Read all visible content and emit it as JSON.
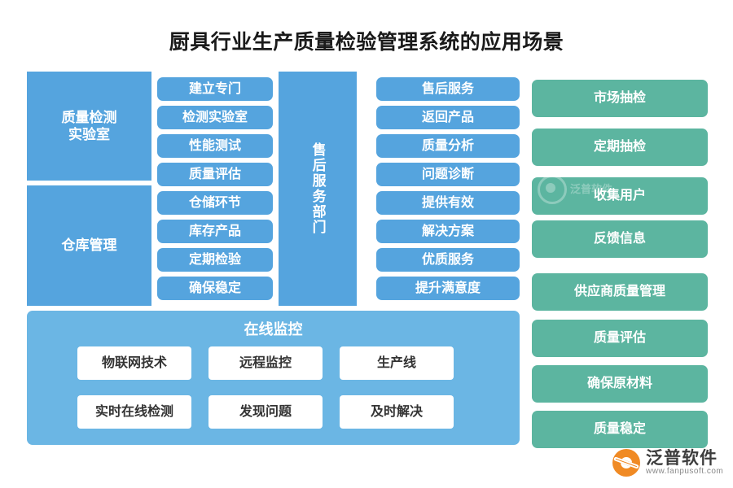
{
  "page": {
    "title": "厨具行业生产质量检验管理系统的应用场景"
  },
  "col1": {
    "blocks": [
      {
        "label": "质量检测\n实验室"
      },
      {
        "label": "仓库管理"
      }
    ]
  },
  "col2": {
    "items": [
      {
        "label": "建立专门"
      },
      {
        "label": "检测实验室"
      },
      {
        "label": "性能测试"
      },
      {
        "label": "质量评估"
      },
      {
        "label": "仓储环节"
      },
      {
        "label": "库存产品"
      },
      {
        "label": "定期检验"
      },
      {
        "label": "确保稳定"
      }
    ]
  },
  "col3": {
    "label": "售后服务部门"
  },
  "col4": {
    "items": [
      {
        "label": "售后服务"
      },
      {
        "label": "返回产品"
      },
      {
        "label": "质量分析"
      },
      {
        "label": "问题诊断"
      },
      {
        "label": "提供有效"
      },
      {
        "label": "解决方案"
      },
      {
        "label": "优质服务"
      },
      {
        "label": "提升满意度"
      }
    ]
  },
  "col5": {
    "items": [
      {
        "label": "市场抽检"
      },
      {
        "label": "定期抽检"
      },
      {
        "label": "收集用户"
      },
      {
        "label": "反馈信息"
      },
      {
        "label": "供应商质量管理"
      },
      {
        "label": "质量评估"
      },
      {
        "label": "确保原材料"
      },
      {
        "label": "质量稳定"
      }
    ]
  },
  "monitor": {
    "title": "在线监控",
    "items": [
      {
        "label": "物联网技术"
      },
      {
        "label": "远程监控"
      },
      {
        "label": "生产线"
      },
      {
        "label": "实时在线检测"
      },
      {
        "label": "发现问题"
      },
      {
        "label": "及时解决"
      }
    ]
  },
  "watermark": {
    "text": "泛普软件"
  },
  "logo": {
    "cn": "泛普软件",
    "en": "www.fanpusoft.com"
  },
  "colors": {
    "blue": "#55a4de",
    "light_blue": "#6bb6e4",
    "green": "#5cb5a0",
    "title_color": "#1a1a1a",
    "logo_orange": "#f08a24"
  }
}
